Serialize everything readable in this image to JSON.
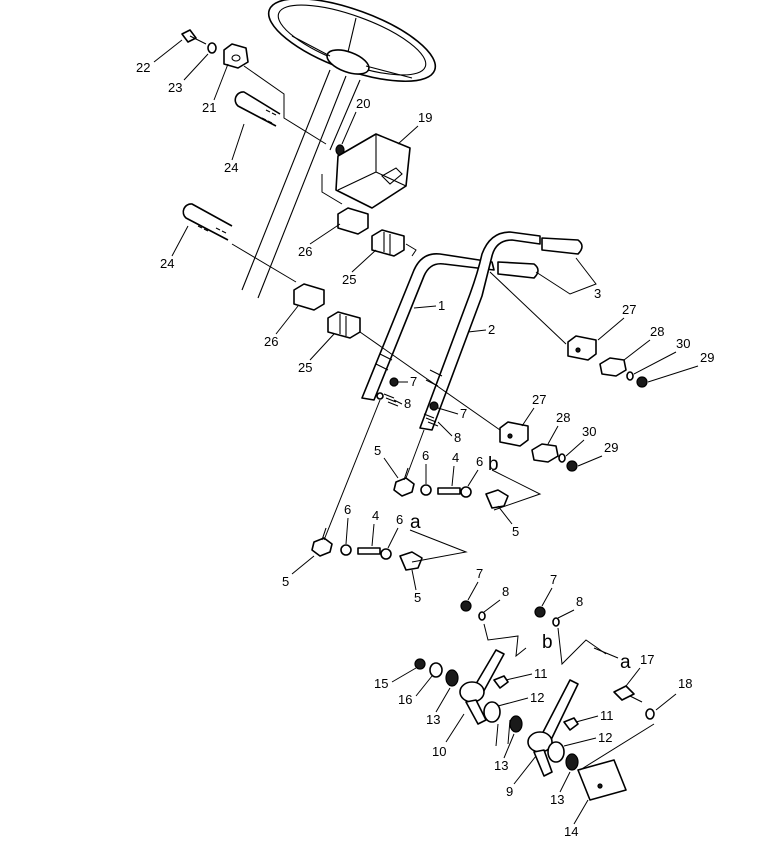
{
  "callouts": [
    {
      "id": "c1",
      "label": "1"
    },
    {
      "id": "c2",
      "label": "2"
    },
    {
      "id": "c3",
      "label": "3"
    },
    {
      "id": "c4a",
      "label": "4"
    },
    {
      "id": "c4b",
      "label": "4"
    },
    {
      "id": "c5a",
      "label": "5"
    },
    {
      "id": "c5b",
      "label": "5"
    },
    {
      "id": "c5c",
      "label": "5"
    },
    {
      "id": "c5d",
      "label": "5"
    },
    {
      "id": "c6a",
      "label": "6"
    },
    {
      "id": "c6b",
      "label": "6"
    },
    {
      "id": "c6c",
      "label": "6"
    },
    {
      "id": "c6d",
      "label": "6"
    },
    {
      "id": "c7a",
      "label": "7"
    },
    {
      "id": "c7b",
      "label": "7"
    },
    {
      "id": "c7c",
      "label": "7"
    },
    {
      "id": "c7d",
      "label": "7"
    },
    {
      "id": "c8a",
      "label": "8"
    },
    {
      "id": "c8b",
      "label": "8"
    },
    {
      "id": "c8c",
      "label": "8"
    },
    {
      "id": "c8d",
      "label": "8"
    },
    {
      "id": "c9",
      "label": "9"
    },
    {
      "id": "c10",
      "label": "10"
    },
    {
      "id": "c11a",
      "label": "11"
    },
    {
      "id": "c11b",
      "label": "11"
    },
    {
      "id": "c12a",
      "label": "12"
    },
    {
      "id": "c12b",
      "label": "12"
    },
    {
      "id": "c13a",
      "label": "13"
    },
    {
      "id": "c13b",
      "label": "13"
    },
    {
      "id": "c13c",
      "label": "13"
    },
    {
      "id": "c14",
      "label": "14"
    },
    {
      "id": "c15",
      "label": "15"
    },
    {
      "id": "c16",
      "label": "16"
    },
    {
      "id": "c17",
      "label": "17"
    },
    {
      "id": "c18",
      "label": "18"
    },
    {
      "id": "c19",
      "label": "19"
    },
    {
      "id": "c20",
      "label": "20"
    },
    {
      "id": "c21",
      "label": "21"
    },
    {
      "id": "c22",
      "label": "22"
    },
    {
      "id": "c23",
      "label": "23"
    },
    {
      "id": "c24a",
      "label": "24"
    },
    {
      "id": "c24b",
      "label": "24"
    },
    {
      "id": "c25a",
      "label": "25"
    },
    {
      "id": "c25b",
      "label": "25"
    },
    {
      "id": "c26a",
      "label": "26"
    },
    {
      "id": "c26b",
      "label": "26"
    },
    {
      "id": "c27a",
      "label": "27"
    },
    {
      "id": "c27b",
      "label": "27"
    },
    {
      "id": "c28a",
      "label": "28"
    },
    {
      "id": "c28b",
      "label": "28"
    },
    {
      "id": "c29a",
      "label": "29"
    },
    {
      "id": "c29b",
      "label": "29"
    },
    {
      "id": "c30a",
      "label": "30"
    },
    {
      "id": "c30b",
      "label": "30"
    }
  ],
  "reference_letters": [
    {
      "id": "ra1",
      "label": "a"
    },
    {
      "id": "ra2",
      "label": "a"
    },
    {
      "id": "rb1",
      "label": "b"
    },
    {
      "id": "rb2",
      "label": "b"
    }
  ]
}
